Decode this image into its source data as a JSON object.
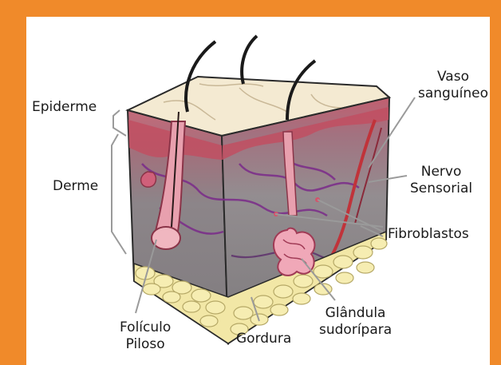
{
  "labels": {
    "epiderme": "Epiderme",
    "derme": "Derme",
    "vaso_line1": "Vaso",
    "vaso_line2": "sanguíneo",
    "nervo_line1": "Nervo",
    "nervo_line2": "Sensorial",
    "fibroblastos": "Fibroblastos",
    "glandula_line1": "Glândula",
    "glandula_line2": "sudorípara",
    "gordura": "Gordura",
    "foliculo_line1": "Folículo",
    "foliculo_line2": "Piloso"
  },
  "colors": {
    "frame": "#f08a2a",
    "surface": "#f4ead2",
    "epidermis": "#c85b6a",
    "dermis": "#8a8488",
    "fat": "#f2e7a6",
    "vessel": "#7a2a8a"
  }
}
